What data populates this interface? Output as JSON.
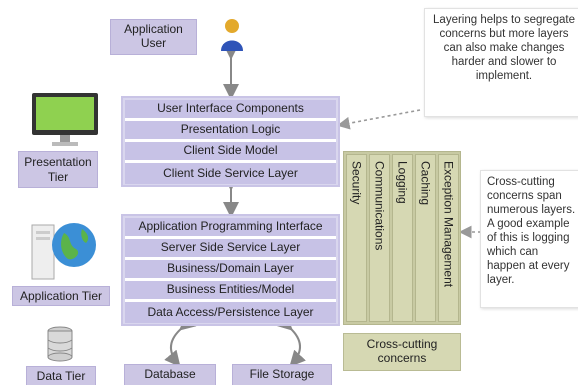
{
  "user": {
    "label": "Application\nUser"
  },
  "notes": {
    "layering": "Layering helps to segregate concerns but more layers can also make changes harder and slower to implement.",
    "crosscutting": "Cross-cutting concerns span numerous layers. A good example of this is logging which can happen at every layer."
  },
  "tiers": {
    "presentation": "Presentation\nTier",
    "application": "Application Tier",
    "data": "Data Tier"
  },
  "presentation_layers": [
    "User Interface Components",
    "Presentation Logic",
    "Client Side Model",
    "Client Side Service Layer"
  ],
  "application_layers": [
    "Application Programming Interface",
    "Server Side Service Layer",
    "Business/Domain Layer",
    "Business Entities/Model",
    "Data Access/Persistence Layer"
  ],
  "cross_cutting": {
    "columns": [
      "Security",
      "Communications",
      "Logging",
      "Caching",
      "Exception Management"
    ],
    "label": "Cross-cutting\nconcerns"
  },
  "storage": {
    "database": "Database",
    "file_storage": "File Storage"
  }
}
